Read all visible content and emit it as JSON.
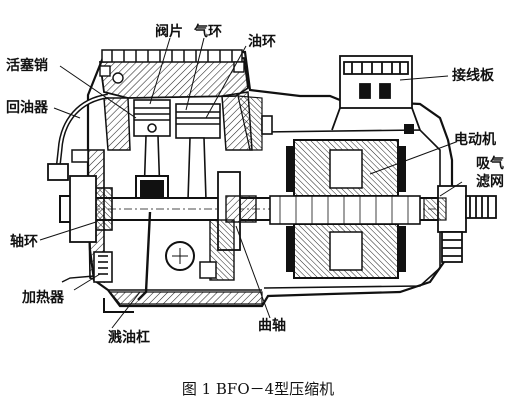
{
  "labels": {
    "valve_plate": "阀片",
    "gas_ring": "气环",
    "oil_ring": "油环",
    "piston_pin": "活塞销",
    "oil_return": "回油器",
    "terminal_board": "接线板",
    "motor": "电动机",
    "suction_1": "吸气",
    "suction_2": "滤网",
    "shaft_ring": "轴环",
    "heater": "加热器",
    "splash_rod": "溅油杠",
    "crankshaft": "曲轴"
  },
  "caption": "图 1   BFO－4型压缩机"
}
